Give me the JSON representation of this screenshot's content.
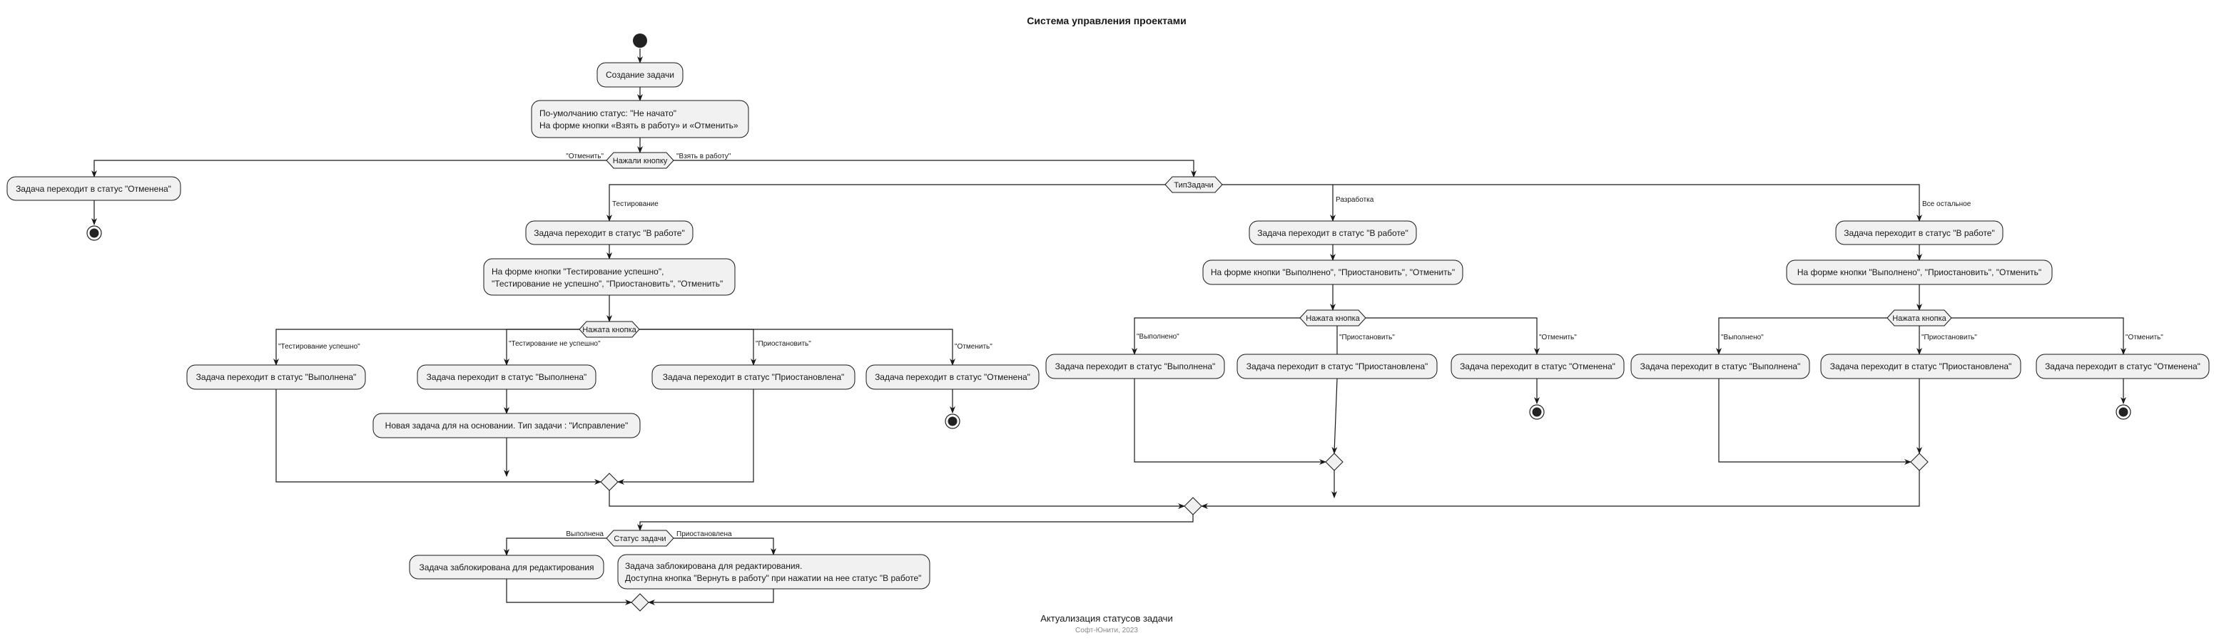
{
  "title": "Система управления проектами",
  "caption": "Актуализация статусов задачи",
  "footer": "Софт-Юнити, 2023",
  "activities": {
    "create": "Создание задачи",
    "default_l1": "По-умолчанию статус: \"Не начато\"",
    "default_l2": "На форме кнопки «Взять в работу» и «Отменить»",
    "cancel_main": "Задача переходит в статус \"Отменена\"",
    "test_inwork": "Задача переходит в статус \"В работе\"",
    "test_form_l1": "На форме кнопки \"Тестирование успешно\",",
    "test_form_l2": "\"Тестирование не успешно\", \"Приостановить\", \"Отменить\"",
    "test_done1": "Задача переходит в статус \"Выполнена\"",
    "test_done2": "Задача переходит в статус \"Выполнена\"",
    "test_new": "Новая задача для на основании. Тип задачи : \"Исправление\"",
    "test_pause": "Задача переходит в статус \"Приостановлена\"",
    "test_cancel": "Задача переходит в статус \"Отменена\"",
    "dev_inwork": "Задача переходит в статус \"В работе\"",
    "dev_form": "На форме кнопки \"Выполнено\", \"Приостановить\", \"Отменить\"",
    "dev_done": "Задача переходит в статус \"Выполнена\"",
    "dev_pause": "Задача переходит в статус \"Приостановлена\"",
    "dev_cancel": "Задача переходит в статус \"Отменена\"",
    "oth_inwork": "Задача переходит в статус \"В работе\"",
    "oth_form": "На форме кнопки \"Выполнено\", \"Приостановить\", \"Отменить\"",
    "oth_done": "Задача переходит в статус \"Выполнена\"",
    "oth_pause": "Задача переходит в статус \"Приостановлена\"",
    "oth_cancel": "Задача переходит в статус \"Отменена\"",
    "locked": "Задача заблокирована для редактирования",
    "locked2_l1": "Задача заблокирована для редактирования.",
    "locked2_l2": "Доступна кнопка \"Вернуть в работу\" при нажатии на нее статус \"В работе\""
  },
  "decisions": {
    "pressed": "Нажали кнопку",
    "type": "ТипЗадачи",
    "test_btn": "Нажата кнопка",
    "dev_btn": "Нажата кнопка",
    "oth_btn": "Нажата кнопка",
    "status": "Статус задачи"
  },
  "labels": {
    "cancel": "\"Отменить\"",
    "take": "\"Взять в работу\"",
    "testing": "Тестирование",
    "development": "Разработка",
    "other": "Все остальное",
    "test_ok": "\"Тестирование успешно\"",
    "test_fail": "\"Тестирование не успешно\"",
    "test_pause": "\"Приостановить\"",
    "test_cancel": "\"Отменить\"",
    "dev_done": "\"Выполнено\"",
    "dev_pause": "\"Приостановить\"",
    "dev_cancel": "\"Отменить\"",
    "oth_done": "\"Выполнено\"",
    "oth_pause": "\"Приостановить\"",
    "oth_cancel": "\"Отменить\"",
    "done": "Выполнена",
    "suspended": "Приостановлена"
  },
  "colors": {
    "line": "#181818",
    "fill": "#f1f1f1",
    "footer": "#888888"
  }
}
